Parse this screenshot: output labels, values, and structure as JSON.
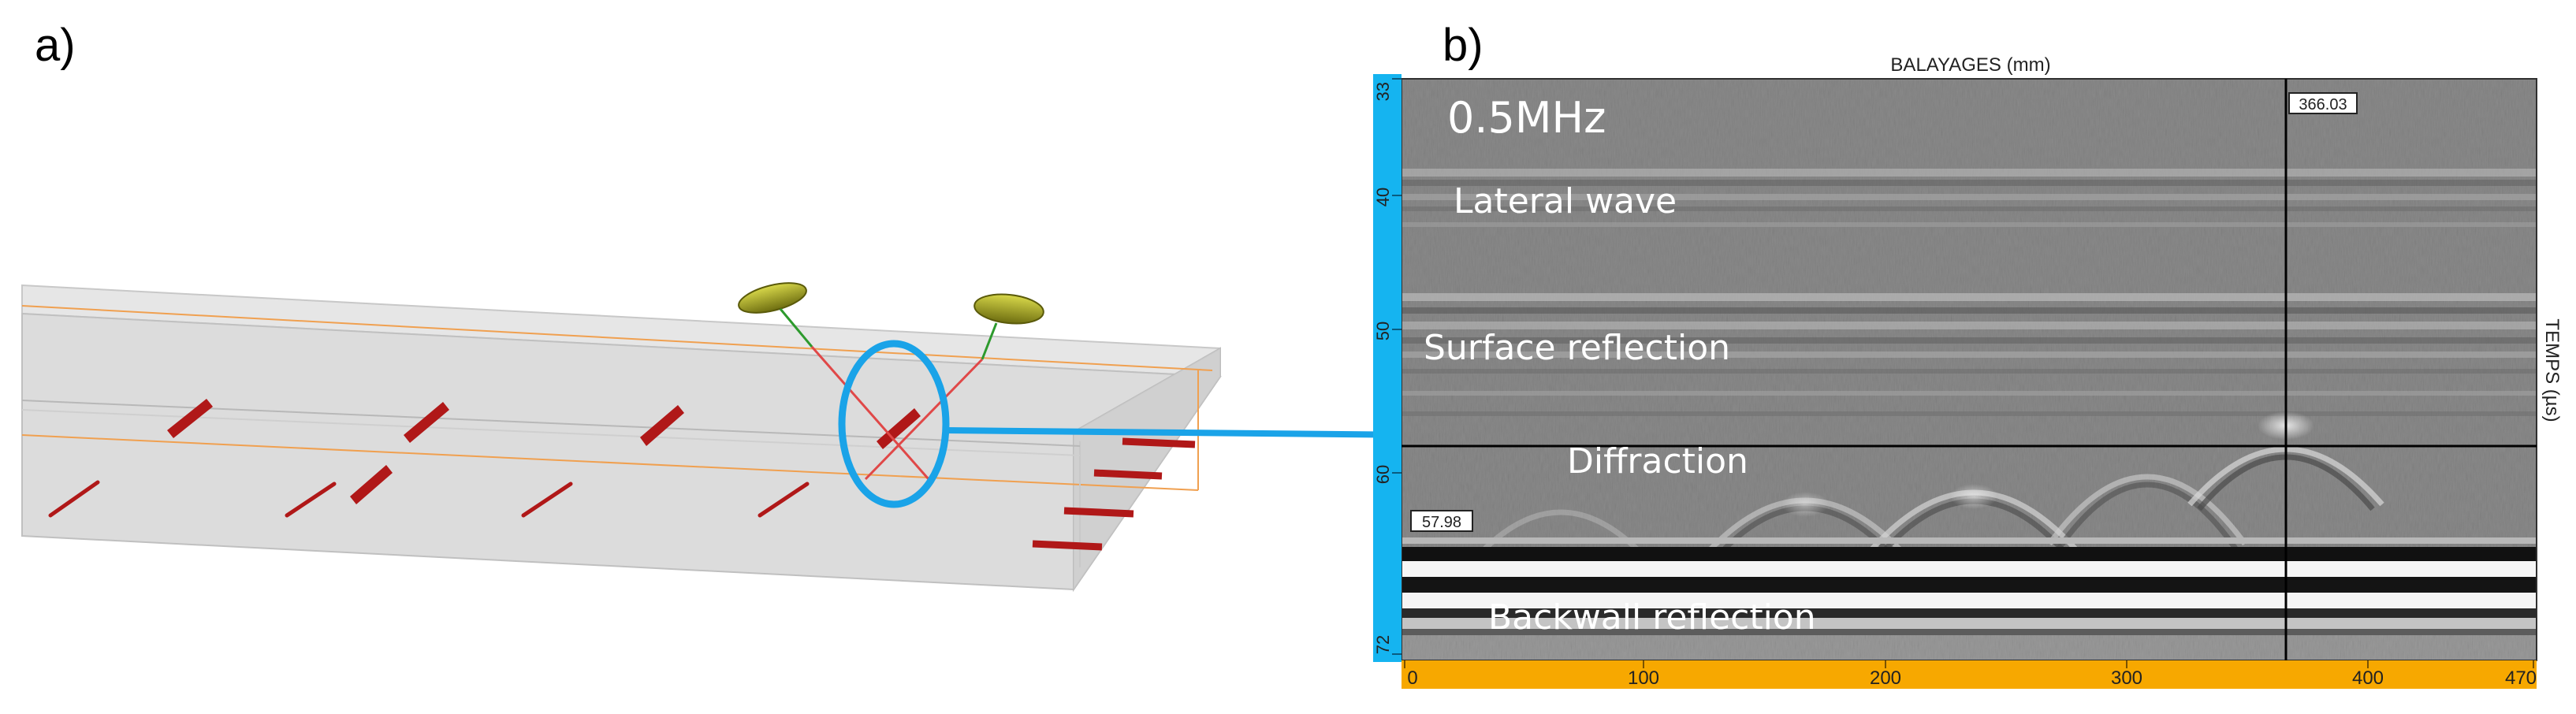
{
  "panels": {
    "a_label": "a)",
    "b_label": "b)"
  },
  "bscan": {
    "top_axis_title": "BALAYAGES (mm)",
    "right_axis_title": "TEMPS (µs)",
    "x_ticks": [
      "0",
      "100",
      "200",
      "300",
      "400",
      "470"
    ],
    "y_ticks": [
      "33",
      "40",
      "50",
      "60",
      "72"
    ],
    "frequency_label": "0.5MHz",
    "annotations": {
      "lateral_wave": "Lateral wave",
      "surface_reflection": "Surface reflection",
      "diffraction": "Diffraction",
      "backwall_reflection": "Backwall reflection"
    },
    "cursor_x_readout": "366.03",
    "cursor_y_readout": "57.98",
    "colors": {
      "left_axis_bar": "#15b4f0",
      "bottom_axis_bar": "#f7a800",
      "arrow": "#1aa3e8",
      "highlight_circle": "#1aa3e8",
      "defect": "#b01818",
      "probe": "#a8a81e"
    }
  }
}
